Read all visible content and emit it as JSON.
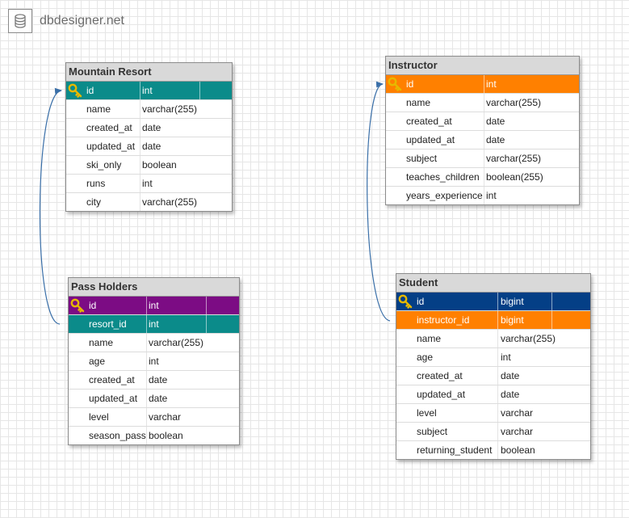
{
  "brand": {
    "name": "dbdesigner.net",
    "icon": "database-icon"
  },
  "colors": {
    "teal": "#0b8b8a",
    "orange": "#ff8000",
    "purple": "#7c0c84",
    "navy": "#043f86",
    "link": "#3a6fa8",
    "key": "#e6b800"
  },
  "tables": [
    {
      "name": "Mountain Resort",
      "columns": [
        {
          "name": "id",
          "type": "int",
          "pk": true,
          "highlight": "teal"
        },
        {
          "name": "name",
          "type": "varchar(255)"
        },
        {
          "name": "created_at",
          "type": "date"
        },
        {
          "name": "updated_at",
          "type": "date"
        },
        {
          "name": "ski_only",
          "type": "boolean"
        },
        {
          "name": "runs",
          "type": "int"
        },
        {
          "name": "city",
          "type": "varchar(255)"
        }
      ]
    },
    {
      "name": "Pass Holders",
      "columns": [
        {
          "name": "id",
          "type": "int",
          "pk": true,
          "highlight": "purple"
        },
        {
          "name": "resort_id",
          "type": "int",
          "highlight": "teal"
        },
        {
          "name": "name",
          "type": "varchar(255)"
        },
        {
          "name": "age",
          "type": "int"
        },
        {
          "name": "created_at",
          "type": "date"
        },
        {
          "name": "updated_at",
          "type": "date"
        },
        {
          "name": "level",
          "type": "varchar"
        },
        {
          "name": "season_pass",
          "type": "boolean"
        }
      ]
    },
    {
      "name": "Instructor",
      "columns": [
        {
          "name": "id",
          "type": "int",
          "pk": true,
          "highlight": "orange"
        },
        {
          "name": "name",
          "type": "varchar(255)"
        },
        {
          "name": "created_at",
          "type": "date"
        },
        {
          "name": "updated_at",
          "type": "date"
        },
        {
          "name": "subject",
          "type": "varchar(255)"
        },
        {
          "name": "teaches_children",
          "type": "boolean(255)"
        },
        {
          "name": "years_experience",
          "type": "int"
        }
      ]
    },
    {
      "name": "Student",
      "columns": [
        {
          "name": "id",
          "type": "bigint",
          "pk": true,
          "highlight": "navy"
        },
        {
          "name": "instructor_id",
          "type": "bigint",
          "highlight": "orange"
        },
        {
          "name": "name",
          "type": "varchar(255)"
        },
        {
          "name": "age",
          "type": "int"
        },
        {
          "name": "created_at",
          "type": "date"
        },
        {
          "name": "updated_at",
          "type": "date"
        },
        {
          "name": "level",
          "type": "varchar"
        },
        {
          "name": "subject",
          "type": "varchar"
        },
        {
          "name": "returning_student",
          "type": "boolean"
        }
      ]
    }
  ],
  "relations": [
    {
      "from": "Pass Holders.resort_id",
      "to": "Mountain Resort.id"
    },
    {
      "from": "Student.instructor_id",
      "to": "Instructor.id"
    }
  ]
}
